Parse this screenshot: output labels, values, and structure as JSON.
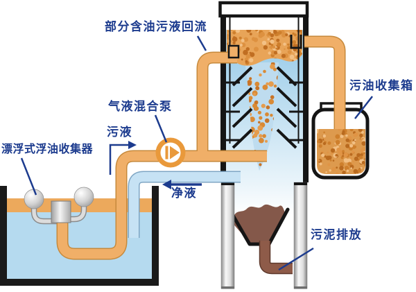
{
  "labels": {
    "reflux": "部分含油污液回流",
    "pump": "气液混合泵",
    "dirty_liquid": "污液",
    "skimmer": "漂浮式浮油收集器",
    "clean_liquid": "净液",
    "oil_box": "污油收集箱",
    "sludge": "污泥排放"
  },
  "colors": {
    "label_text": "#1C3B8E",
    "pipe_orange": "#F0AF68",
    "pipe_outline": "#C6893B",
    "oil_layer": "#E8A458",
    "tank_oil": "#ECA95C",
    "water_blue": "#B5DAEF",
    "clean_pipe_blue": "#C6E2F4",
    "sludge_brown": "#8E5B49",
    "pump_orange": "#E9993B"
  }
}
